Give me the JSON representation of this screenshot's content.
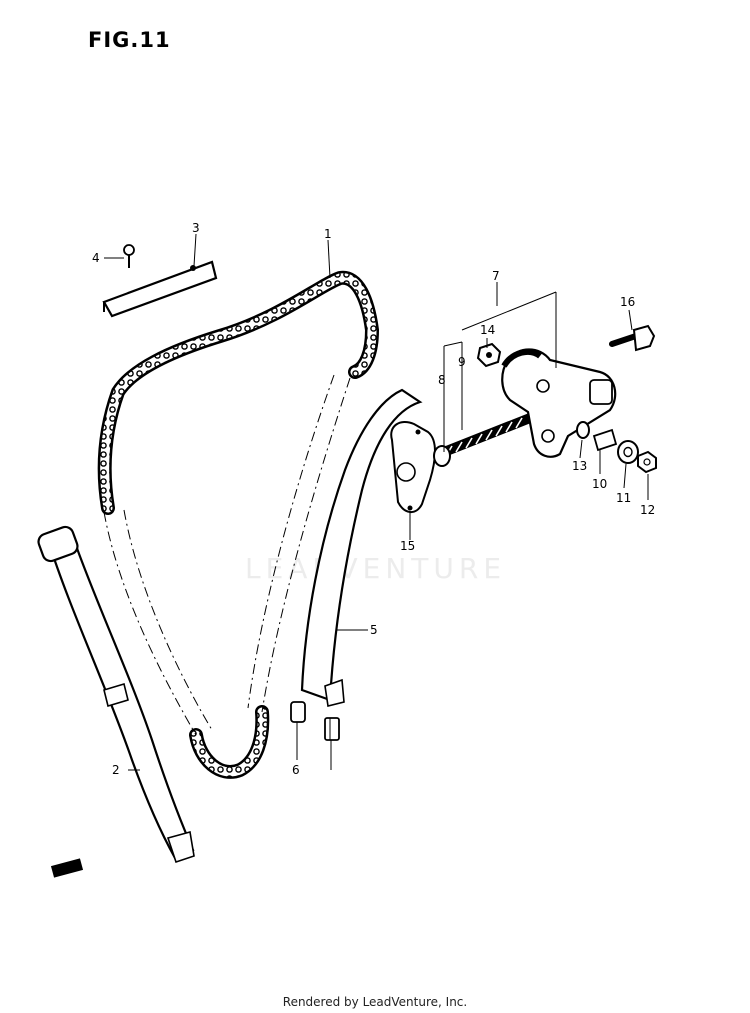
{
  "figure": {
    "title": "FIG.11"
  },
  "callouts": [
    {
      "id": "c1",
      "label": "1"
    },
    {
      "id": "c2",
      "label": "2"
    },
    {
      "id": "c3",
      "label": "3"
    },
    {
      "id": "c4",
      "label": "4"
    },
    {
      "id": "c5",
      "label": "5"
    },
    {
      "id": "c6",
      "label": "6"
    },
    {
      "id": "c7",
      "label": "7"
    },
    {
      "id": "c8",
      "label": "8"
    },
    {
      "id": "c9",
      "label": "9"
    },
    {
      "id": "c10",
      "label": "10"
    },
    {
      "id": "c11",
      "label": "11"
    },
    {
      "id": "c12",
      "label": "12"
    },
    {
      "id": "c13",
      "label": "13"
    },
    {
      "id": "c14",
      "label": "14"
    },
    {
      "id": "c15",
      "label": "15"
    },
    {
      "id": "c16",
      "label": "16"
    }
  ],
  "watermark": "LEADVENTURE",
  "footer": "Rendered by LeadVenture, Inc."
}
